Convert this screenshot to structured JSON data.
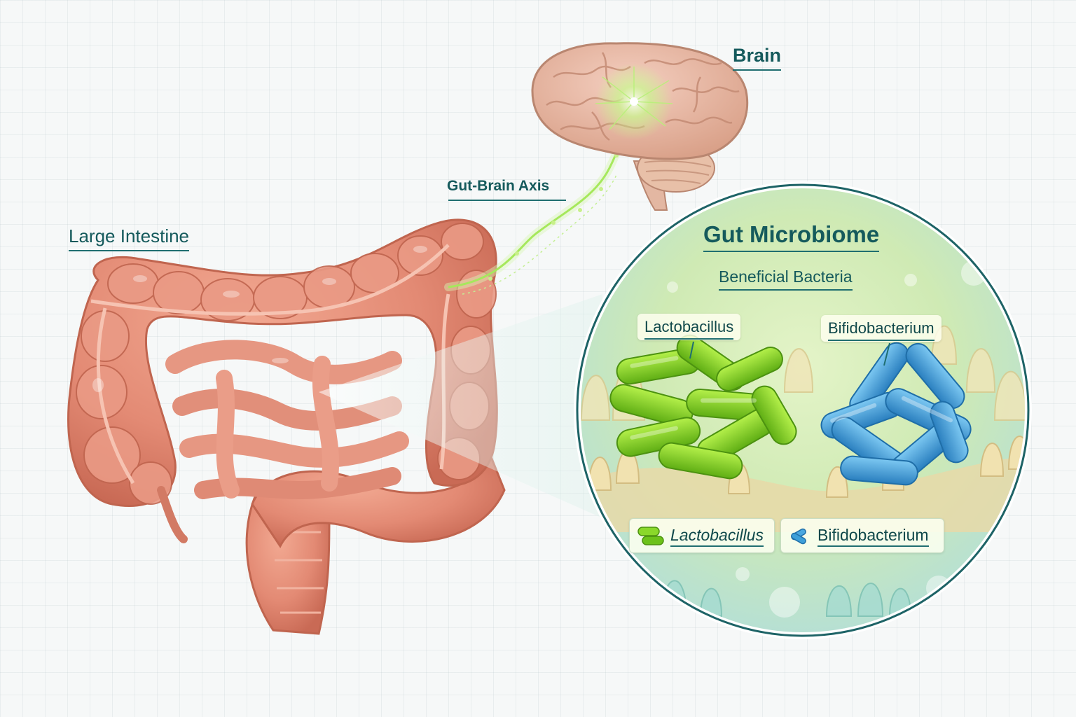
{
  "labels": {
    "brain": "Brain",
    "gut_brain_axis": "Gut-Brain Axis",
    "large_intestine": "Large Intestine"
  },
  "panel": {
    "title": "Gut Microbiome",
    "subtitle": "Beneficial Bacteria",
    "tags": {
      "lactobacillus": "Lactobacillus",
      "bifidobacterium": "Bifidobacterium"
    },
    "legend": {
      "lactobacillus": "Lactobacillus",
      "bifidobacterium": "Bifidobacterium"
    }
  },
  "colors": {
    "label_text": "#155a5c",
    "intestine": "#df8874",
    "intestine_dark": "#c0654f",
    "brain": "#e2b19d",
    "nerve_glow": "#bff28a",
    "lactobacillus": "#7fd21c",
    "bifidobacterium": "#3d9fd9",
    "panel_border": "#1d6366"
  },
  "icons": [
    "brain-illustration",
    "large-intestine-illustration",
    "lactobacillus-icon",
    "bifidobacterium-icon"
  ]
}
